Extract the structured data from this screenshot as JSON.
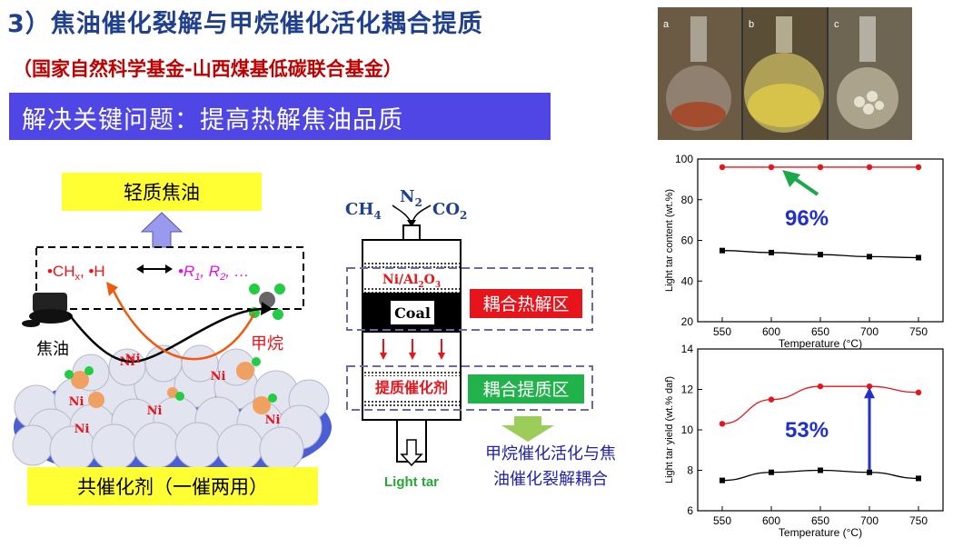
{
  "title": "3）焦油催化裂解与甲烷催化活化耦合提质",
  "subtitle": "（国家自然科学基金-山西煤基低碳联合基金）",
  "banner": "解决关键问题：提高热解焦油品质",
  "left": {
    "light_tar": "轻质焦油",
    "species": {
      "ch": "•CH",
      "ch_sub": "x",
      "comma_h": ", •H",
      "r1": "•R",
      "r1_sub": "1",
      "r2": ", R",
      "r2_sub": "2",
      "dots": ", …"
    },
    "tar_label": "焦油",
    "methane_label": "甲烷",
    "ni": "Ni",
    "catalyst_label": "共催化剂（一催两用）"
  },
  "reactor": {
    "n2": "N",
    "n2_sub": "2",
    "ch4": "CH",
    "ch4_sub": "4",
    "co2": "CO",
    "co2_sub": "2",
    "ni_al": "Ni/Al",
    "ni_al_sub1": "2",
    "ni_al_o": "O",
    "ni_al_sub2": "3",
    "coal": "Coal",
    "zone1": "耦合热解区",
    "zone2_catalyst": "提质催化剂",
    "zone2": "耦合提质区",
    "light_tar_out": "Light tar",
    "caption_line1": "甲烷催化活化与焦",
    "caption_line2": "油催化裂解耦合"
  },
  "photos": {
    "labels": [
      "a",
      "b",
      "c"
    ]
  },
  "chart_data": [
    {
      "type": "line",
      "ylabel": "Light tar content (wt.%)",
      "xlabel": "Temperature (°C)",
      "x": [
        550,
        600,
        650,
        700,
        750
      ],
      "xlim": [
        525,
        775
      ],
      "ylim": [
        20,
        100
      ],
      "yticks": [
        20,
        40,
        60,
        80,
        100
      ],
      "series": [
        {
          "color": "#e8141b",
          "marker": "circle",
          "values": [
            96,
            96,
            96,
            96,
            96
          ]
        },
        {
          "color": "#000000",
          "marker": "square",
          "values": [
            55,
            54,
            53,
            52,
            51.5
          ]
        }
      ],
      "annotation": "96%"
    },
    {
      "type": "line",
      "ylabel": "Light tar yield (wt.% daf)",
      "xlabel": "Temperature (°C)",
      "x": [
        550,
        600,
        650,
        700,
        750
      ],
      "xlim": [
        525,
        775
      ],
      "ylim": [
        6,
        14
      ],
      "yticks": [
        6,
        8,
        10,
        12,
        14
      ],
      "series": [
        {
          "color": "#e8141b",
          "marker": "circle",
          "values": [
            10.3,
            11.5,
            12.15,
            12.15,
            11.85
          ]
        },
        {
          "color": "#000000",
          "marker": "square",
          "values": [
            7.5,
            7.9,
            8.0,
            7.9,
            7.6
          ]
        }
      ],
      "annotation": "53%"
    }
  ]
}
